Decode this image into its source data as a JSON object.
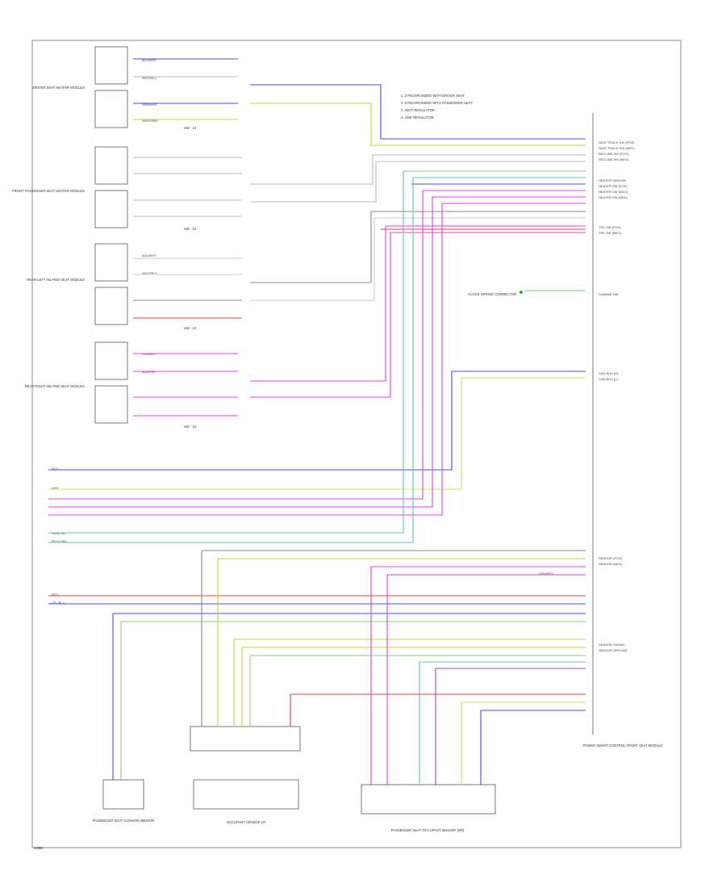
{
  "diagram": {
    "footer_code": "10891",
    "legend": [
      "1. SYNCHRONIZED WITH DRIVER SEAT",
      "2. SYNCHRONIZED WITH PASSENGER SEAT",
      "3. SEAT REGULATOR",
      "4. LINE REGULATOR"
    ],
    "components": {
      "driver_seat": "DRIVER SEAT HEATER MODULE",
      "front_passenger_seat": "FRONT PASSENGER SEAT HEATER MODULE",
      "rear_left_seat": "REAR LEFT HEATED SEAT MODULE",
      "rear_right_seat": "REAR RIGHT HEATED SEAT MODULE",
      "smart_module": "POWER SMART CONTROL FRONT SEAT MODULE",
      "clock_spring": "CLOCK SPRING CONNECTOR",
      "cushion_sensor": "PASSENGER SEAT CUSHION SENSOR",
      "occupant_sensor_lr": "OCCUPANT SENSOR LR",
      "occupant_sensor_rr": "PASSENGER SEAT OCCUPANT SENSOR (RR)",
      "sw_label": "SW - 13"
    },
    "wire_labels": {
      "blu_wht": "BLU/WHT",
      "wht_blu": "WHT/BLU",
      "grn_wht": "GRN/WHT",
      "wht_grn": "WHT/GRN",
      "blk_wht": "BLK/WHT",
      "wht_red": "WHT/RED",
      "pnk_blk": "PNK/BLK",
      "blk_pnk": "BLK/PNK",
      "blu": "BLU",
      "wht": "WHT",
      "red": "RED",
      "yel_blu": "YEL/BLU",
      "grn_yel": "GRN/YEL",
      "red_grn": "RED/GRN",
      "grn_red": "GRN/RED"
    },
    "module_pins": [
      "SEAT TRACK SW (POS)",
      "SEAT TRACK SW (NEG)",
      "RECLINE SW (POS)",
      "RECLINE SW (NEG)",
      "HEATER SENSOR",
      "HEATER SW (POS)",
      "HEATER SW (NEG)",
      "HEATER SW (NEG)",
      "TRK SW (POS)",
      "TRK SW (NEG)",
      "LUMBAR SW",
      "CAN BUS (H)",
      "CAN BUS (L)",
      "SENSOR (POS)",
      "SENSOR (NEG)",
      "SENSOR SIGNAL",
      "SENSOR GROUND"
    ]
  }
}
